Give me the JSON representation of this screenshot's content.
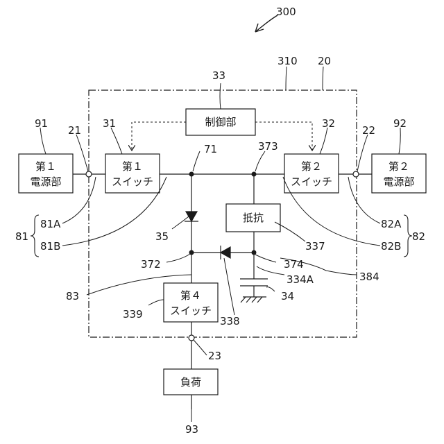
{
  "refs": {
    "r300": "300",
    "r310": "310",
    "r20": "20",
    "r33": "33",
    "r91": "91",
    "r21": "21",
    "r31": "31",
    "r32": "32",
    "r22": "22",
    "r92": "92",
    "r71": "71",
    "r373": "373",
    "r81": "81",
    "r81A": "81A",
    "r81B": "81B",
    "r35": "35",
    "r82A": "82A",
    "r82B": "82B",
    "r82": "82",
    "r337": "337",
    "r372": "372",
    "r374": "374",
    "r334A": "334A",
    "r384": "384",
    "r83": "83",
    "r34": "34",
    "r339": "339",
    "r338": "338",
    "r23": "23",
    "r93": "93"
  },
  "boxes": {
    "control": {
      "line1": "制御部"
    },
    "power1": {
      "line1": "第１",
      "line2": "電源部"
    },
    "power2": {
      "line1": "第２",
      "line2": "電源部"
    },
    "switch1": {
      "line1": "第１",
      "line2": "スイッチ"
    },
    "switch2": {
      "line1": "第２",
      "line2": "スイッチ"
    },
    "switch4": {
      "line1": "第４",
      "line2": "スイッチ"
    },
    "resistor": {
      "line1": "抵抗"
    },
    "load": {
      "line1": "負荷"
    }
  }
}
